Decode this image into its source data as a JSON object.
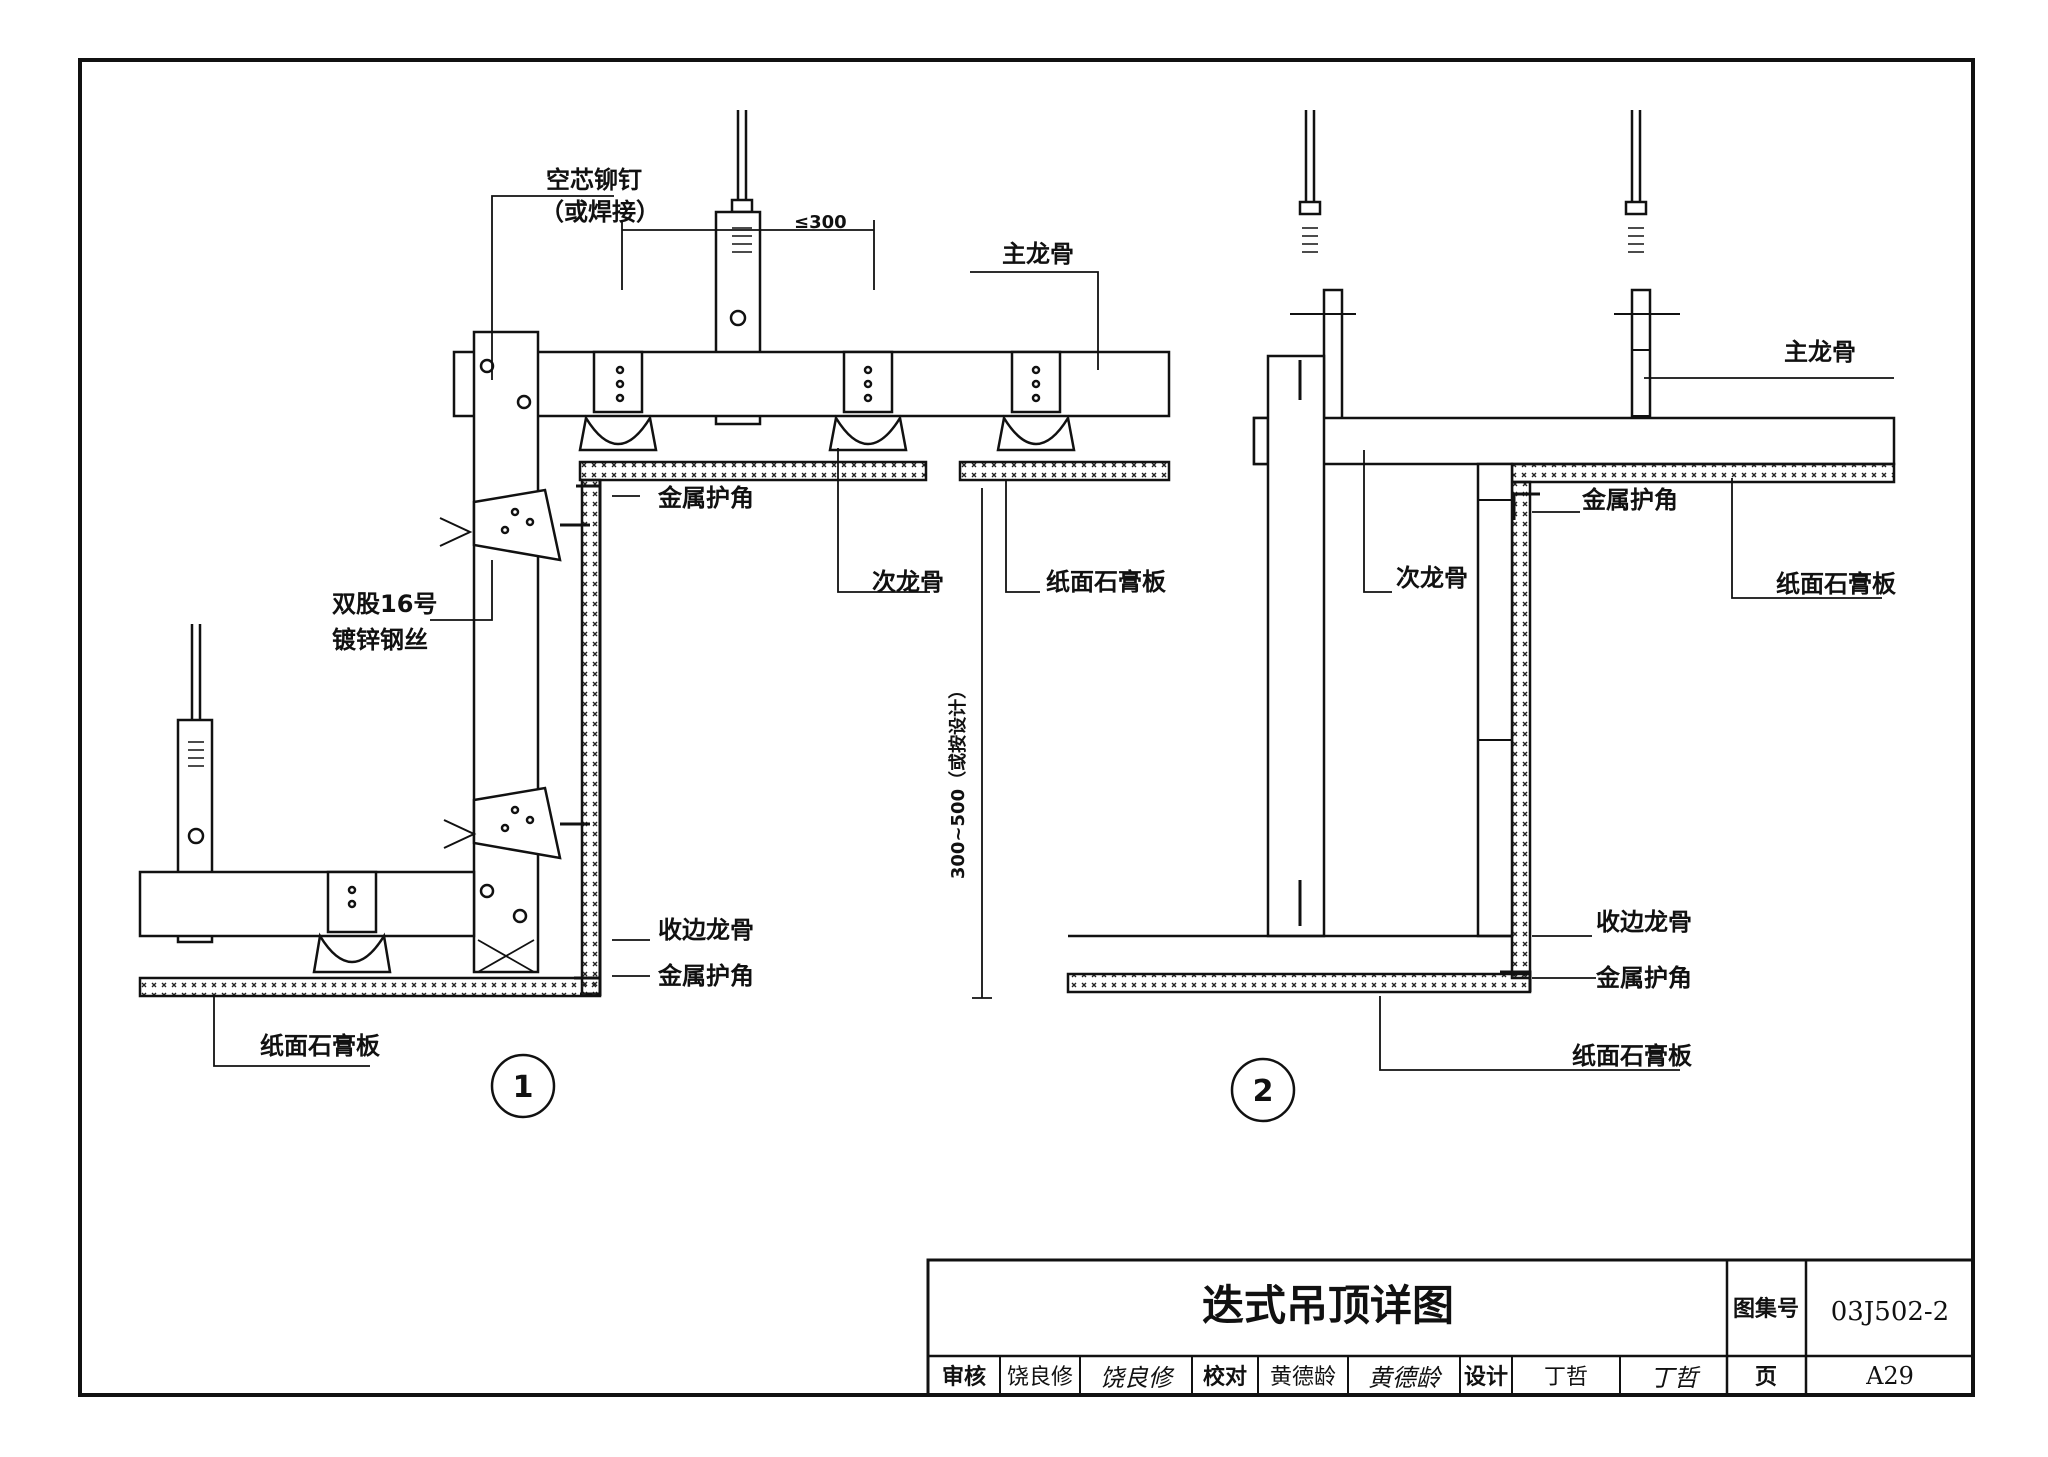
{
  "detail1": {
    "number": "1",
    "rivet_label": "空芯铆钉",
    "rivet_label_sub": "（或焊接）",
    "spacing_label": "≤300",
    "main_keel": "主龙骨",
    "metal_corner_top": "金属护角",
    "secondary_keel": "次龙骨",
    "gypsum_board_right": "纸面石膏板",
    "wire_label": "双股16号",
    "wire_label_sub": "镀锌钢丝",
    "height_dim": "300~500（或按设计）",
    "edge_keel": "收边龙骨",
    "metal_corner_bottom": "金属护角",
    "gypsum_board_bottom": "纸面石膏板"
  },
  "detail2": {
    "number": "2",
    "main_keel": "主龙骨",
    "metal_corner_top": "金属护角",
    "secondary_keel": "次龙骨",
    "gypsum_board_top": "纸面石膏板",
    "edge_keel": "收边龙骨",
    "metal_corner_bottom": "金属护角",
    "gypsum_board_bottom": "纸面石膏板"
  },
  "title_block": {
    "title": "迭式吊顶详图",
    "atlas_label": "图集号",
    "atlas_no": "03J502-2",
    "review_label": "审核",
    "reviewer": "饶良修",
    "reviewer_signature": "饶良修",
    "check_label": "校对",
    "checker": "黄德龄",
    "checker_signature": "黄德龄",
    "design_label": "设计",
    "designer": "丁哲",
    "designer_signature": "丁哲",
    "page_label": "页",
    "page_no": "A29"
  }
}
